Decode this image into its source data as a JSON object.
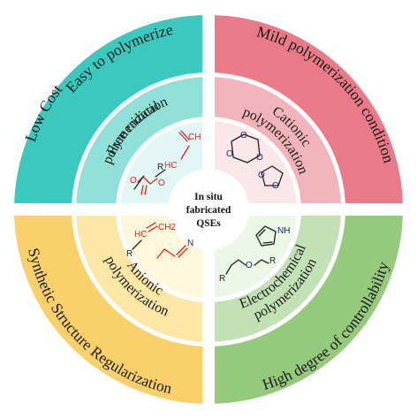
{
  "center": {
    "lines": [
      "In situ",
      "fabricated",
      "QSEs"
    ]
  },
  "quadrants": [
    {
      "id": "free-radical",
      "inner_label": [
        "Free radical",
        "polymerization"
      ],
      "outer_labels": [
        "Easy to polymerize",
        "Low Cost"
      ],
      "colors": {
        "outer": "#3cc9bd",
        "inner": "#8fe0d8",
        "core": "#e2f7f5"
      }
    },
    {
      "id": "cationic",
      "inner_label": [
        "Cationic",
        "polymerization"
      ],
      "outer_labels": [
        "Mild polymerization condition"
      ],
      "colors": {
        "outer": "#ea7a87",
        "inner": "#f2b4bb",
        "core": "#fbe6e8"
      }
    },
    {
      "id": "anionic",
      "inner_label": [
        "Anionic",
        "polymerization"
      ],
      "outer_labels": [
        "Synthetic Structure Regularization"
      ],
      "colors": {
        "outer": "#f9d06a",
        "inner": "#fce7a6",
        "core": "#fff7dc"
      }
    },
    {
      "id": "electrochemical",
      "inner_label": [
        "Electrochemical",
        "polymerization"
      ],
      "outer_labels": [
        "High degree of controllability"
      ],
      "colors": {
        "outer": "#95c97c",
        "inner": "#c2e1b4",
        "core": "#ebf6e6"
      }
    }
  ],
  "chem_labels": {
    "free_radical": {
      "ch": "CH",
      "hc": "HC",
      "r": "R",
      "o1": "O",
      "o2": "O"
    },
    "cationic": {
      "o1": "O",
      "o2": "O",
      "o3": "O",
      "o4": "O",
      "o5": "O"
    },
    "anionic": {
      "hc": "HC",
      "ch2": "CH2",
      "r": "R",
      "n": "N"
    },
    "electrochemical": {
      "nh": "NH",
      "r1": "R",
      "r2": "R",
      "o": "O"
    }
  }
}
